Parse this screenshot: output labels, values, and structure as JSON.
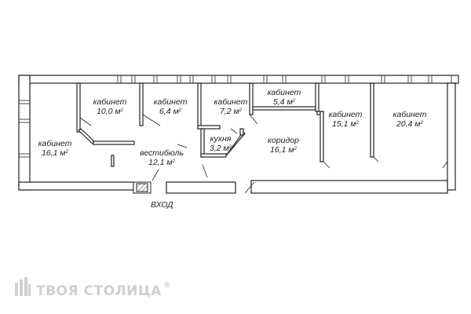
{
  "rooms": [
    {
      "id": "cab-16-1",
      "name": "кабинет",
      "area": "16,1 м",
      "sup": "2"
    },
    {
      "id": "cab-10-0",
      "name": "кабинет",
      "area": "10,0 м",
      "sup": "2"
    },
    {
      "id": "cab-6-4",
      "name": "кабинет",
      "area": "6,4 м",
      "sup": "2"
    },
    {
      "id": "cab-7-2",
      "name": "кабинет",
      "area": "7,2 м",
      "sup": "2"
    },
    {
      "id": "cab-5-4",
      "name": "кабинет",
      "area": "5,4 м",
      "sup": "2"
    },
    {
      "id": "vestibule",
      "name": "вестибюль",
      "area": "12,1 м",
      "sup": "2"
    },
    {
      "id": "kitchen",
      "name": "кухня",
      "area": "3,2 м",
      "sup": "2"
    },
    {
      "id": "corridor",
      "name": "коридор",
      "area": "16,1 м",
      "sup": "2"
    },
    {
      "id": "cab-15-1",
      "name": "кабинет",
      "area": "15,1 м",
      "sup": "2"
    },
    {
      "id": "cab-20-4",
      "name": "кабинет",
      "area": "20,4 м",
      "sup": "2"
    }
  ],
  "entrance_label": "ВХОД",
  "watermark": {
    "text": "ТВОЯ СТОЛИЦА",
    "mark": "®"
  },
  "colors": {
    "wall": "#222222",
    "watermark": "#cfcfcf",
    "background": "#ffffff"
  }
}
